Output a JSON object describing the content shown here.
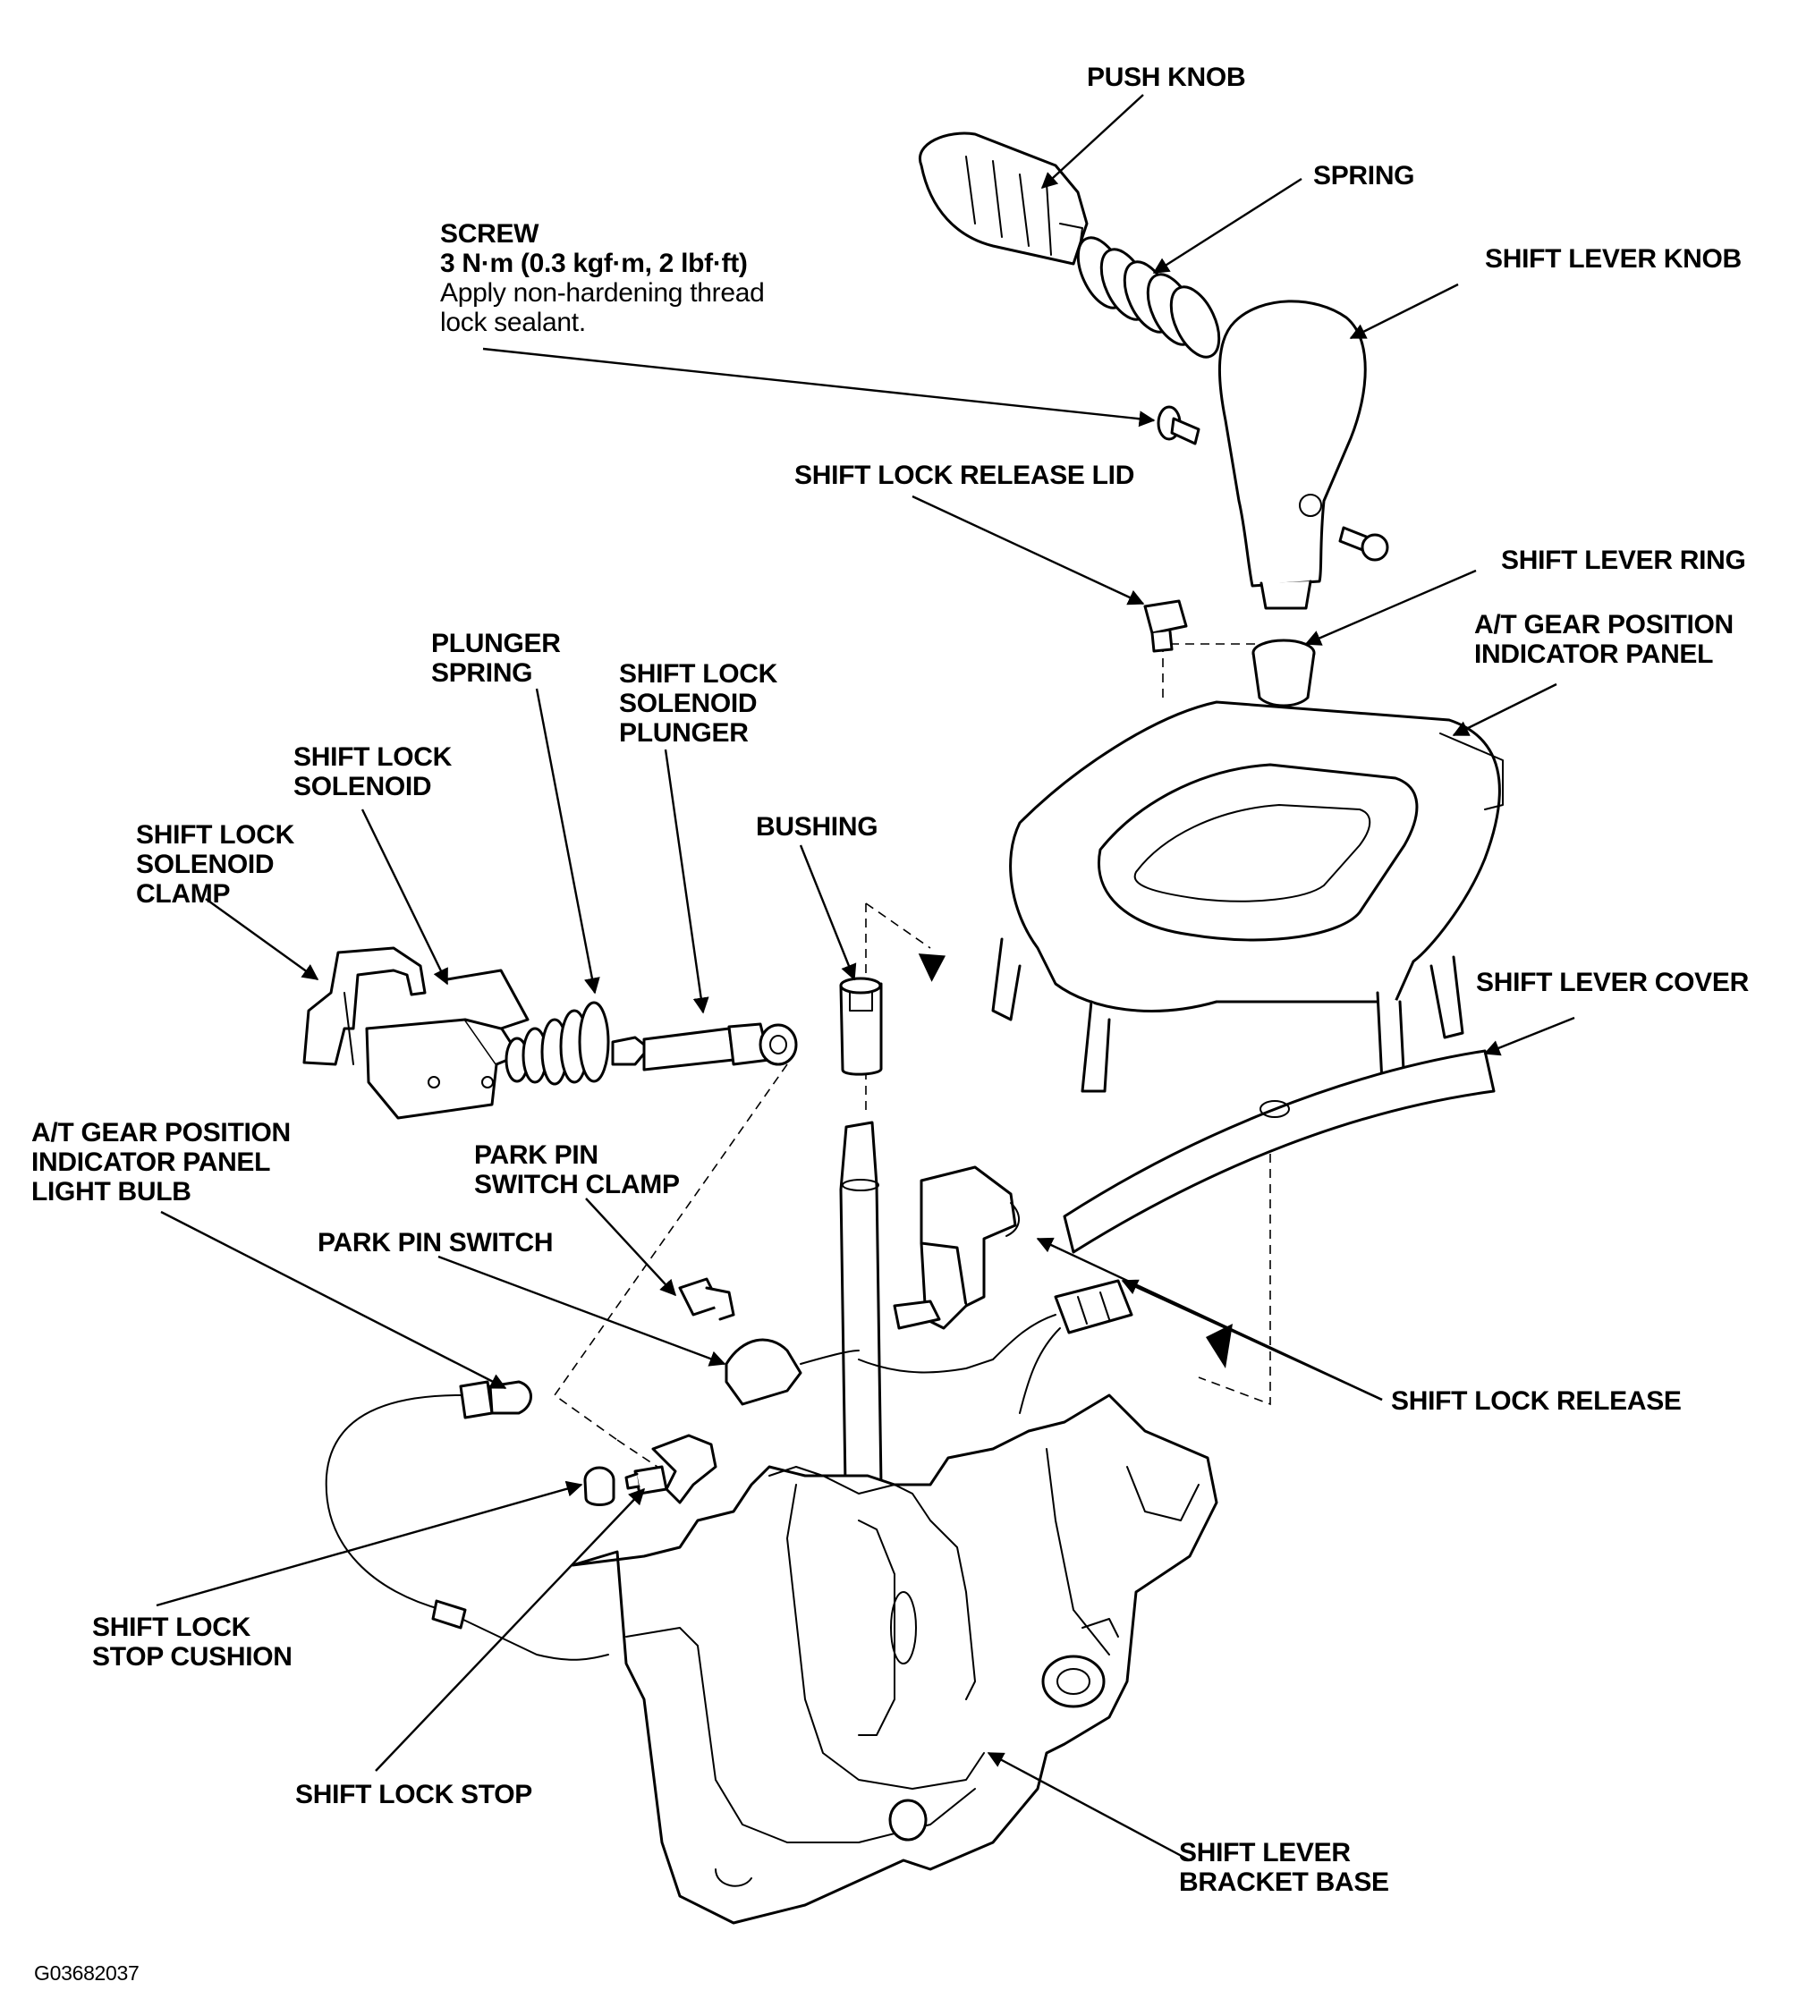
{
  "labels": {
    "push_knob": "PUSH KNOB",
    "spring": "SPRING",
    "shift_lever_knob": "SHIFT LEVER KNOB",
    "screw": {
      "title": "SCREW",
      "torque": "3 N·m (0.3 kgf·m, 2 lbf·ft)",
      "note_1": "Apply non-hardening thread",
      "note_2": "lock sealant."
    },
    "shift_lock_release_lid": "SHIFT LOCK RELEASE LID",
    "shift_lever_ring": "SHIFT LEVER RING",
    "indicator_panel": {
      "line_1": "A/T GEAR POSITION",
      "line_2": "INDICATOR PANEL"
    },
    "plunger_spring": {
      "line_1": "PLUNGER",
      "line_2": "SPRING"
    },
    "shift_lock_solenoid_plunger": {
      "line_1": "SHIFT LOCK",
      "line_2": "SOLENOID",
      "line_3": "PLUNGER"
    },
    "shift_lock_solenoid": {
      "line_1": "SHIFT LOCK",
      "line_2": "SOLENOID"
    },
    "shift_lock_solenoid_clamp": {
      "line_1": "SHIFT LOCK",
      "line_2": "SOLENOID",
      "line_3": "CLAMP"
    },
    "bushing": "BUSHING",
    "shift_lever_cover": "SHIFT LEVER COVER",
    "light_bulb": {
      "line_1": "A/T GEAR POSITION",
      "line_2": "INDICATOR PANEL",
      "line_3": "LIGHT BULB"
    },
    "park_pin_switch_clamp": {
      "line_1": "PARK PIN",
      "line_2": "SWITCH CLAMP"
    },
    "park_pin_switch": "PARK PIN SWITCH",
    "shift_lock_release": "SHIFT LOCK RELEASE",
    "shift_lock_stop_cushion": {
      "line_1": "SHIFT LOCK",
      "line_2": "STOP CUSHION"
    },
    "shift_lock_stop": "SHIFT LOCK STOP",
    "bracket_base": {
      "line_1": "SHIFT LEVER",
      "line_2": "BRACKET BASE"
    }
  },
  "figure_id": "G03682037"
}
